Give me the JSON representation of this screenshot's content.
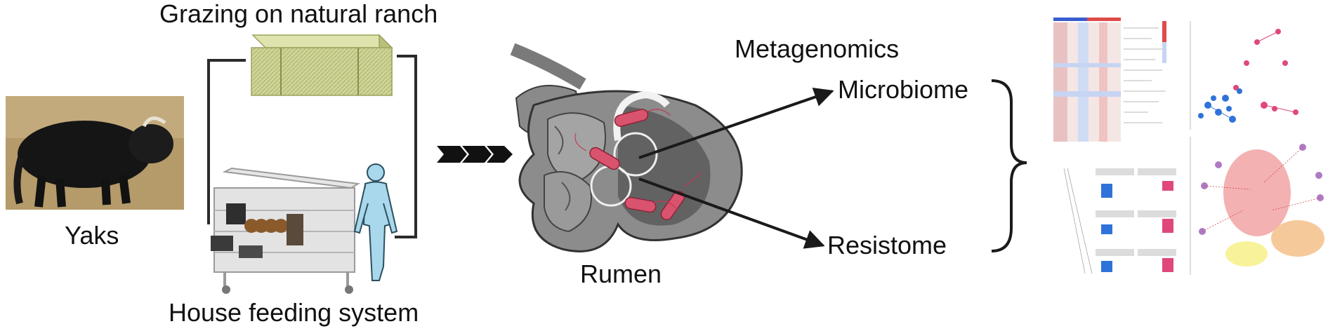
{
  "labels": {
    "grazing": "Grazing on natural ranch",
    "yaks": "Yaks",
    "house": "House feeding system",
    "metagenomics": "Metagenomics",
    "microbiome": "Microbiome",
    "resistome": "Resistome",
    "rumen": "Rumen"
  },
  "colors": {
    "text": "#111111",
    "connector": "#2b2b2b",
    "hay": "#c9d08e",
    "human": "#a9d7ec",
    "bacteria": "#d9536f",
    "rumen": "#8e8e8e",
    "heatmap_red": "#e04a4a",
    "heatmap_blue": "#3a5ccf",
    "scatter_pink": "#e0487a",
    "scatter_blue": "#2f73d8",
    "ellipse_red": "#f2a3a3",
    "ellipse_orange": "#f5c08a",
    "ellipse_yellow": "#f7f08a"
  },
  "icons": [
    "yak-photo",
    "hay-bale-icon",
    "feeding-pen-icon",
    "human-silhouette-icon",
    "chevron-arrow-icon",
    "rumen-icon",
    "bacteria-icon",
    "curly-brace-icon"
  ]
}
